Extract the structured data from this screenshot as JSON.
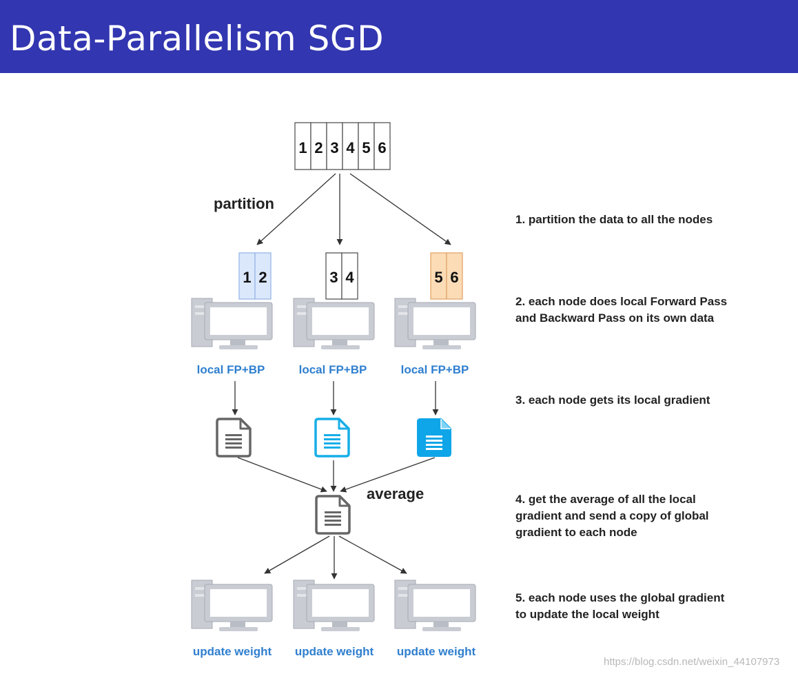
{
  "slide": {
    "title": "Data-Parallelism SGD"
  },
  "diagram": {
    "data_blocks": [
      "1",
      "2",
      "3",
      "4",
      "5",
      "6"
    ],
    "partition_label": "partition",
    "average_label": "average",
    "partitions": [
      {
        "blocks": [
          "1",
          "2"
        ],
        "fill": "#dbe7fb",
        "stroke": "#98b6e6"
      },
      {
        "blocks": [
          "3",
          "4"
        ],
        "fill": "#ffffff",
        "stroke": "#555555"
      },
      {
        "blocks": [
          "5",
          "6"
        ],
        "fill": "#fbdcb6",
        "stroke": "#e3a56a"
      }
    ],
    "node_label": "local FP+BP",
    "update_label": "update weight",
    "label_color": "#2f7fcf",
    "gradient_icons": [
      {
        "style": "outline",
        "color": "#666666"
      },
      {
        "style": "outline",
        "color": "#17aee8"
      },
      {
        "style": "filled",
        "color": "#0ea5e9"
      }
    ],
    "global_gradient_icon": {
      "style": "outline",
      "color": "#666666"
    }
  },
  "steps": [
    [
      "1. partition the data to all the nodes"
    ],
    [
      "2. each node does local Forward Pass",
      "and Backward Pass on its own data"
    ],
    [
      "3. each node gets its local gradient"
    ],
    [
      "4. get the average of all the local",
      "gradient and send a copy of global",
      "gradient to each node"
    ],
    [
      "5.  each node uses the global gradient",
      "to update the local weight"
    ]
  ],
  "watermark": "https://blog.csdn.net/weixin_44107973"
}
